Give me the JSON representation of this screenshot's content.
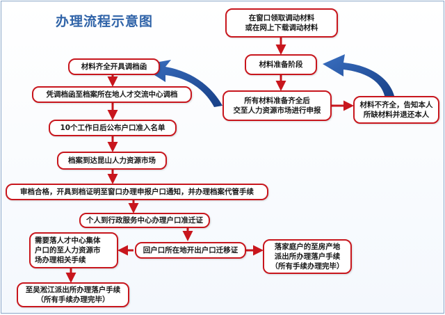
{
  "title": "办理流程示意图",
  "colors": {
    "box_border": "#c8161d",
    "arrow_blue": "#1f4e9c",
    "title": "#2f63a8"
  },
  "steps": {
    "receive": "在窗口领取调动材料\n或在网上下载调动材料",
    "prepare": "材料准备阶段",
    "submit": "所有材料准备齐全后\n交至人力资源市场进行申报",
    "incomplete": "材料不齐全，告知本人\n所缺材料并退还本人",
    "issue_letter": "材料齐全开具调档函",
    "transfer_file": "凭调档函至档案所在地人才交流中心调档",
    "publish_list": "10个工作日后公布户口准入名单",
    "file_arrives": "档案到达昆山人力资源市场",
    "review": "审档合格，开具到档证明至窗口办理申报户口通知，并办理档案代管手续",
    "personal_move": "个人到行政服务中心办理户口准迁证",
    "collective": "需要落人才中心集体\n户口的至人力资源市\n场办理相关手续",
    "return_origin": "回户口所在地开出户口迁移证",
    "family": "落家庭户的至房产地\n派出所办理落户手续\n（所有手续办理完毕）",
    "wusongjiang": "至吴淞江派出所办理落户手续\n（所有手续办理完毕）"
  }
}
